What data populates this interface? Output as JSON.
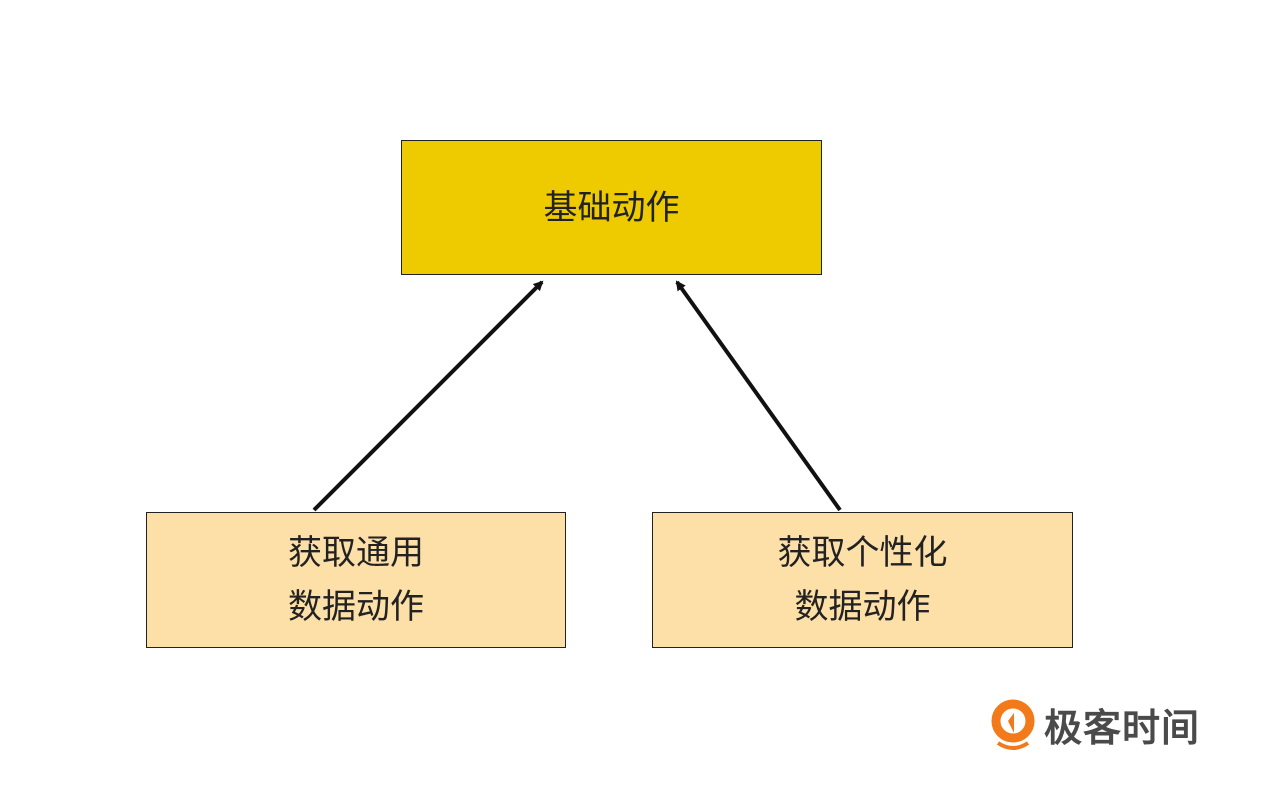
{
  "nodes": {
    "top": {
      "label": "基础动作",
      "color": "#EECA00"
    },
    "left": {
      "line1": "获取通用",
      "line2": "数据动作",
      "color": "#FDDFA8"
    },
    "right": {
      "line1": "获取个性化",
      "line2": "数据动作",
      "color": "#FDDFA8"
    }
  },
  "edges": [
    {
      "from": "left",
      "to": "top"
    },
    {
      "from": "right",
      "to": "top"
    }
  ],
  "logo": {
    "text": "极客时间",
    "color": "#F27A1A"
  }
}
